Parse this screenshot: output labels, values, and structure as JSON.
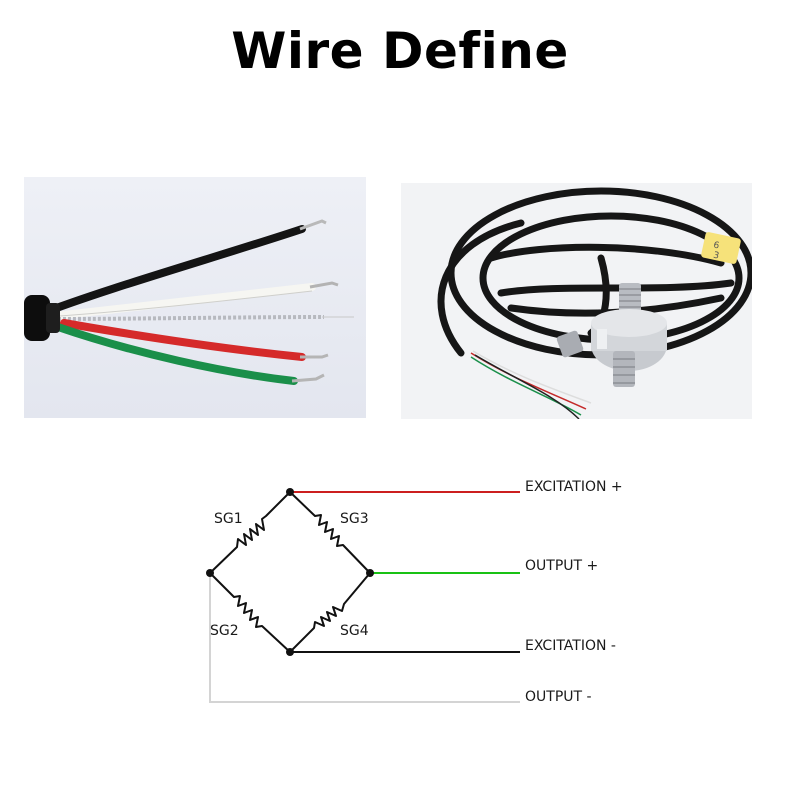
{
  "title": "Wire Define",
  "photos": {
    "wires": {
      "icon": "wire-ends-photo"
    },
    "sensor": {
      "icon": "load-cell-sensor-photo",
      "tag_text": "6\n3"
    }
  },
  "bridge": {
    "resistors": [
      {
        "id": "sg1",
        "label": "SG1"
      },
      {
        "id": "sg2",
        "label": "SG2"
      },
      {
        "id": "sg3",
        "label": "SG3"
      },
      {
        "id": "sg4",
        "label": "SG4"
      }
    ],
    "wires": [
      {
        "id": "excitation-plus",
        "label": "EXCITATION +",
        "color": "#cc1f1f"
      },
      {
        "id": "output-plus",
        "label": "OUTPUT +",
        "color": "#19c214"
      },
      {
        "id": "excitation-minus",
        "label": "EXCITATION -",
        "color": "#111111"
      },
      {
        "id": "output-minus",
        "label": "OUTPUT -",
        "color": "#d4d4d4"
      }
    ]
  }
}
